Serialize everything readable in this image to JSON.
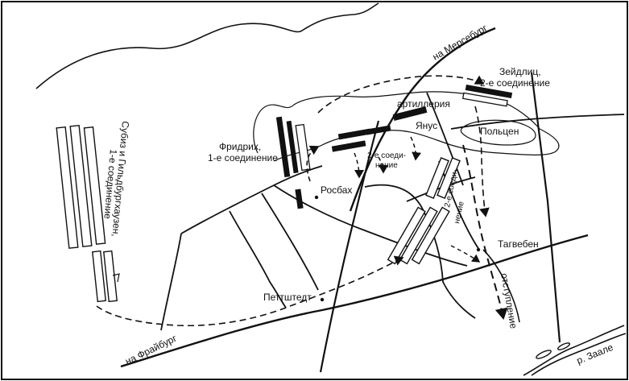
{
  "labels": {
    "to_merseburg": "на Мерсебург",
    "seydlitz_1": "Зейдлиц,",
    "seydlitz_2": "2-е соединение",
    "artillery": "артиллерия",
    "janus": "Янус",
    "poltsen": "Польцен",
    "friedrich_1": "Фридрих,",
    "friedrich_2": "1-е соединение",
    "second_group_a_1": "2-е соеди-",
    "second_group_a_2": "нение",
    "rossbach": "Росбах",
    "soubise_1": "Субиз и Гильдбургхаузен,",
    "soubise_2": "1-е соединение",
    "second_group_b_1": "2-е соеди-",
    "second_group_b_2": "нение",
    "tagewerben": "Тагвебен",
    "pettstaedt": "Петтштедт",
    "retreat": "отступление",
    "to_freiburg": "на Фрайбург",
    "saale": "р. Заале"
  }
}
